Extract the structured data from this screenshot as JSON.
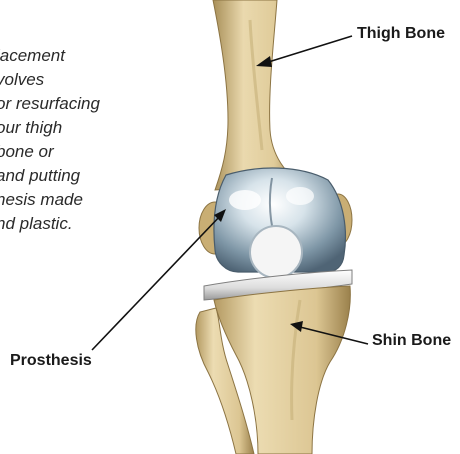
{
  "description_lines": [
    "lacement",
    "volves",
    "or resurfacing",
    "our thigh",
    "bone or",
    "and putting",
    "nesis made",
    "nd plastic."
  ],
  "labels": {
    "thigh_bone": "Thigh Bone",
    "shin_bone": "Shin Bone",
    "prosthesis": "Prosthesis"
  },
  "colors": {
    "bone": "#e4d3a6",
    "bone_shadow": "#b79d64",
    "metal": "#c3d4df",
    "metal_highlight": "#ffffff",
    "plastic": "#f1f1f1",
    "text": "#1a1a1a"
  }
}
